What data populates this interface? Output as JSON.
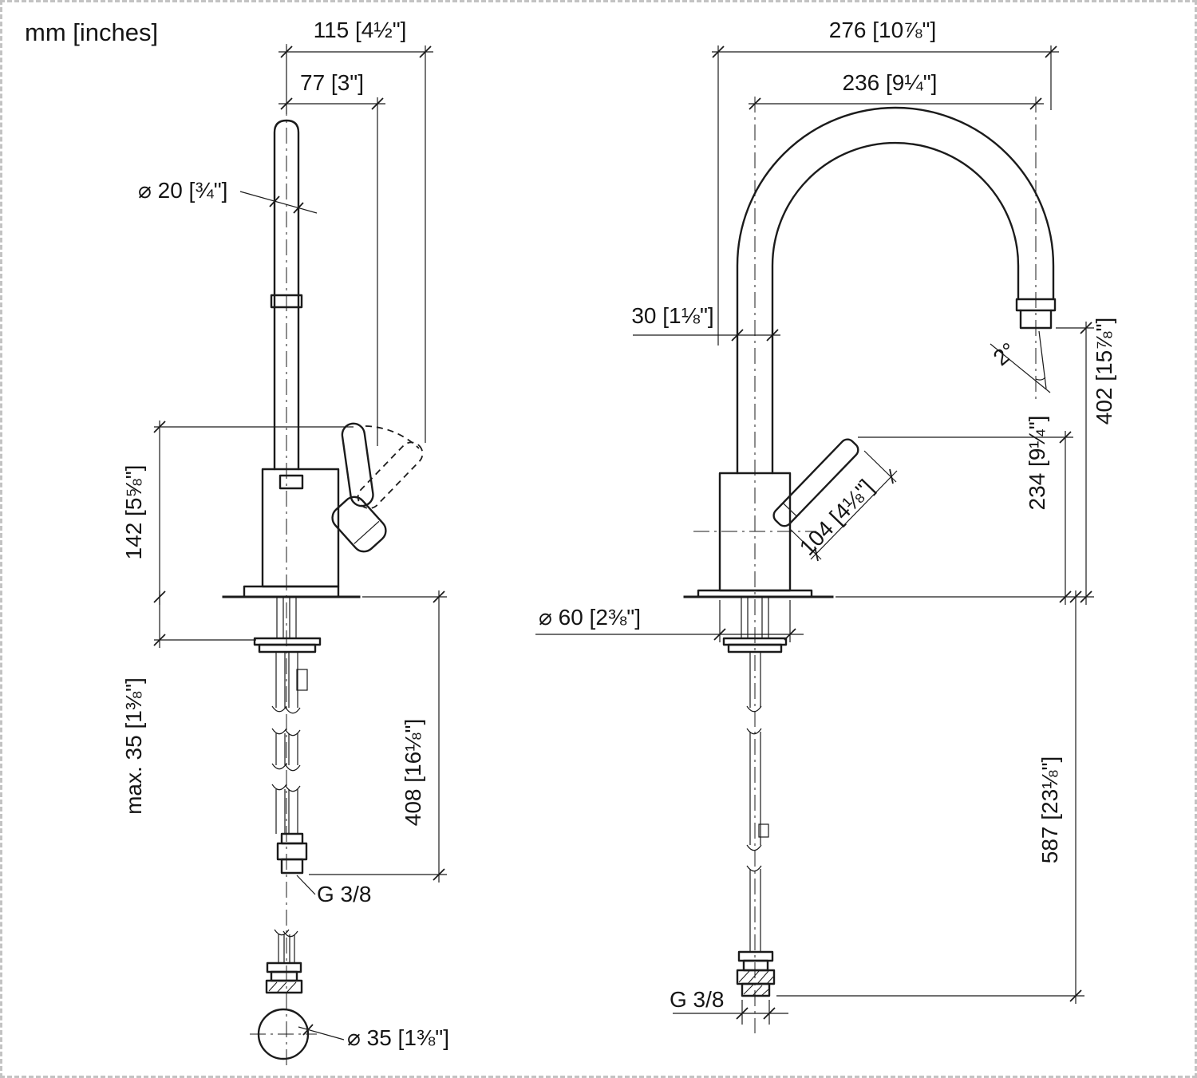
{
  "page": {
    "units_label": "mm [inches]"
  },
  "side_view": {
    "dims": {
      "reach_115": "115 [4½\"]",
      "reach_77": "77 [3\"]",
      "spout_dia": "⌀ 20 [¾\"]",
      "height_142": "142 [5⅝\"]",
      "max_35": "max. 35 [1⅜\"]",
      "hose_408": "408 [16⅛\"]",
      "thread": "G 3/8",
      "hole_dia": "⌀ 35 [1⅜\"]"
    }
  },
  "front_view": {
    "dims": {
      "reach_276": "276 [10⅞\"]",
      "reach_236": "236 [9¼\"]",
      "tube_30": "30 [1⅛\"]",
      "angle_2": "2°",
      "height_402": "402 [15⅞\"]",
      "height_234": "234 [9¼\"]",
      "handle_104": "104 [4⅛\"]",
      "base_dia": "⌀ 60 [2⅜\"]",
      "hose_587": "587 [23⅛\"]",
      "thread": "G 3/8"
    }
  }
}
